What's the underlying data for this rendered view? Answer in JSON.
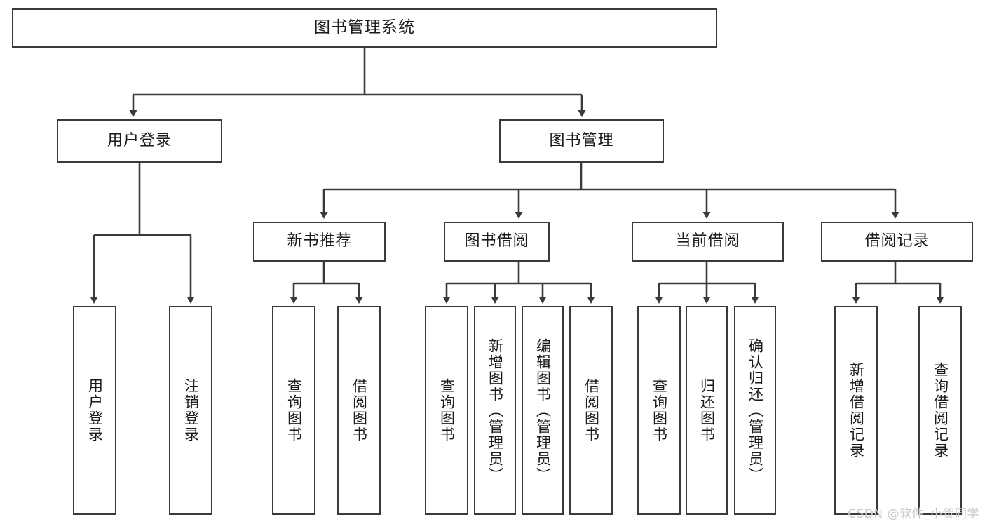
{
  "diagram": {
    "type": "tree",
    "title": "图书管理系统",
    "orientation": "top-down",
    "edge_style": "orthogonal-arrow",
    "colors": {
      "box_border": "#3a3a3a",
      "box_fill": "#ffffff",
      "edge": "#3a3a3a",
      "text": "#1b1b1b",
      "watermark": "#c9c9c9"
    }
  },
  "nodes": {
    "root": {
      "label": "图书管理系统",
      "level": 1
    },
    "level2": [
      {
        "id": "user-login",
        "label": "用户登录"
      },
      {
        "id": "book-manage",
        "label": "图书管理"
      }
    ],
    "level3": [
      {
        "id": "new-book-recommend",
        "label": "新书推荐"
      },
      {
        "id": "book-borrow",
        "label": "图书借阅"
      },
      {
        "id": "current-borrow",
        "label": "当前借阅"
      },
      {
        "id": "borrow-record",
        "label": "借阅记录"
      }
    ],
    "leaves": {
      "user-login": [
        {
          "id": "leaf-user-login",
          "label": "用户登录"
        },
        {
          "id": "leaf-logout-login",
          "label": "注销登录"
        }
      ],
      "new-book-recommend": [
        {
          "id": "leaf-query-book-1",
          "label": "查询图书"
        },
        {
          "id": "leaf-borrow-book-1",
          "label": "借阅图书"
        }
      ],
      "book-borrow": [
        {
          "id": "leaf-query-book-2",
          "label": "查询图书"
        },
        {
          "id": "leaf-add-book-admin",
          "label": "新增图书（管理员）"
        },
        {
          "id": "leaf-edit-book-admin",
          "label": "编辑图书（管理员）"
        },
        {
          "id": "leaf-borrow-book-2",
          "label": "借阅图书"
        }
      ],
      "current-borrow": [
        {
          "id": "leaf-query-book-3",
          "label": "查询图书"
        },
        {
          "id": "leaf-return-book",
          "label": "归还图书"
        },
        {
          "id": "leaf-confirm-return-admin",
          "label": "确认归还（管理员）"
        }
      ],
      "borrow-record": [
        {
          "id": "leaf-add-borrow-record",
          "label": "新增借阅记录"
        },
        {
          "id": "leaf-query-borrow-record",
          "label": "查询借阅记录"
        }
      ]
    }
  },
  "watermark": {
    "text": "CSDN @软件_小贺同学"
  }
}
